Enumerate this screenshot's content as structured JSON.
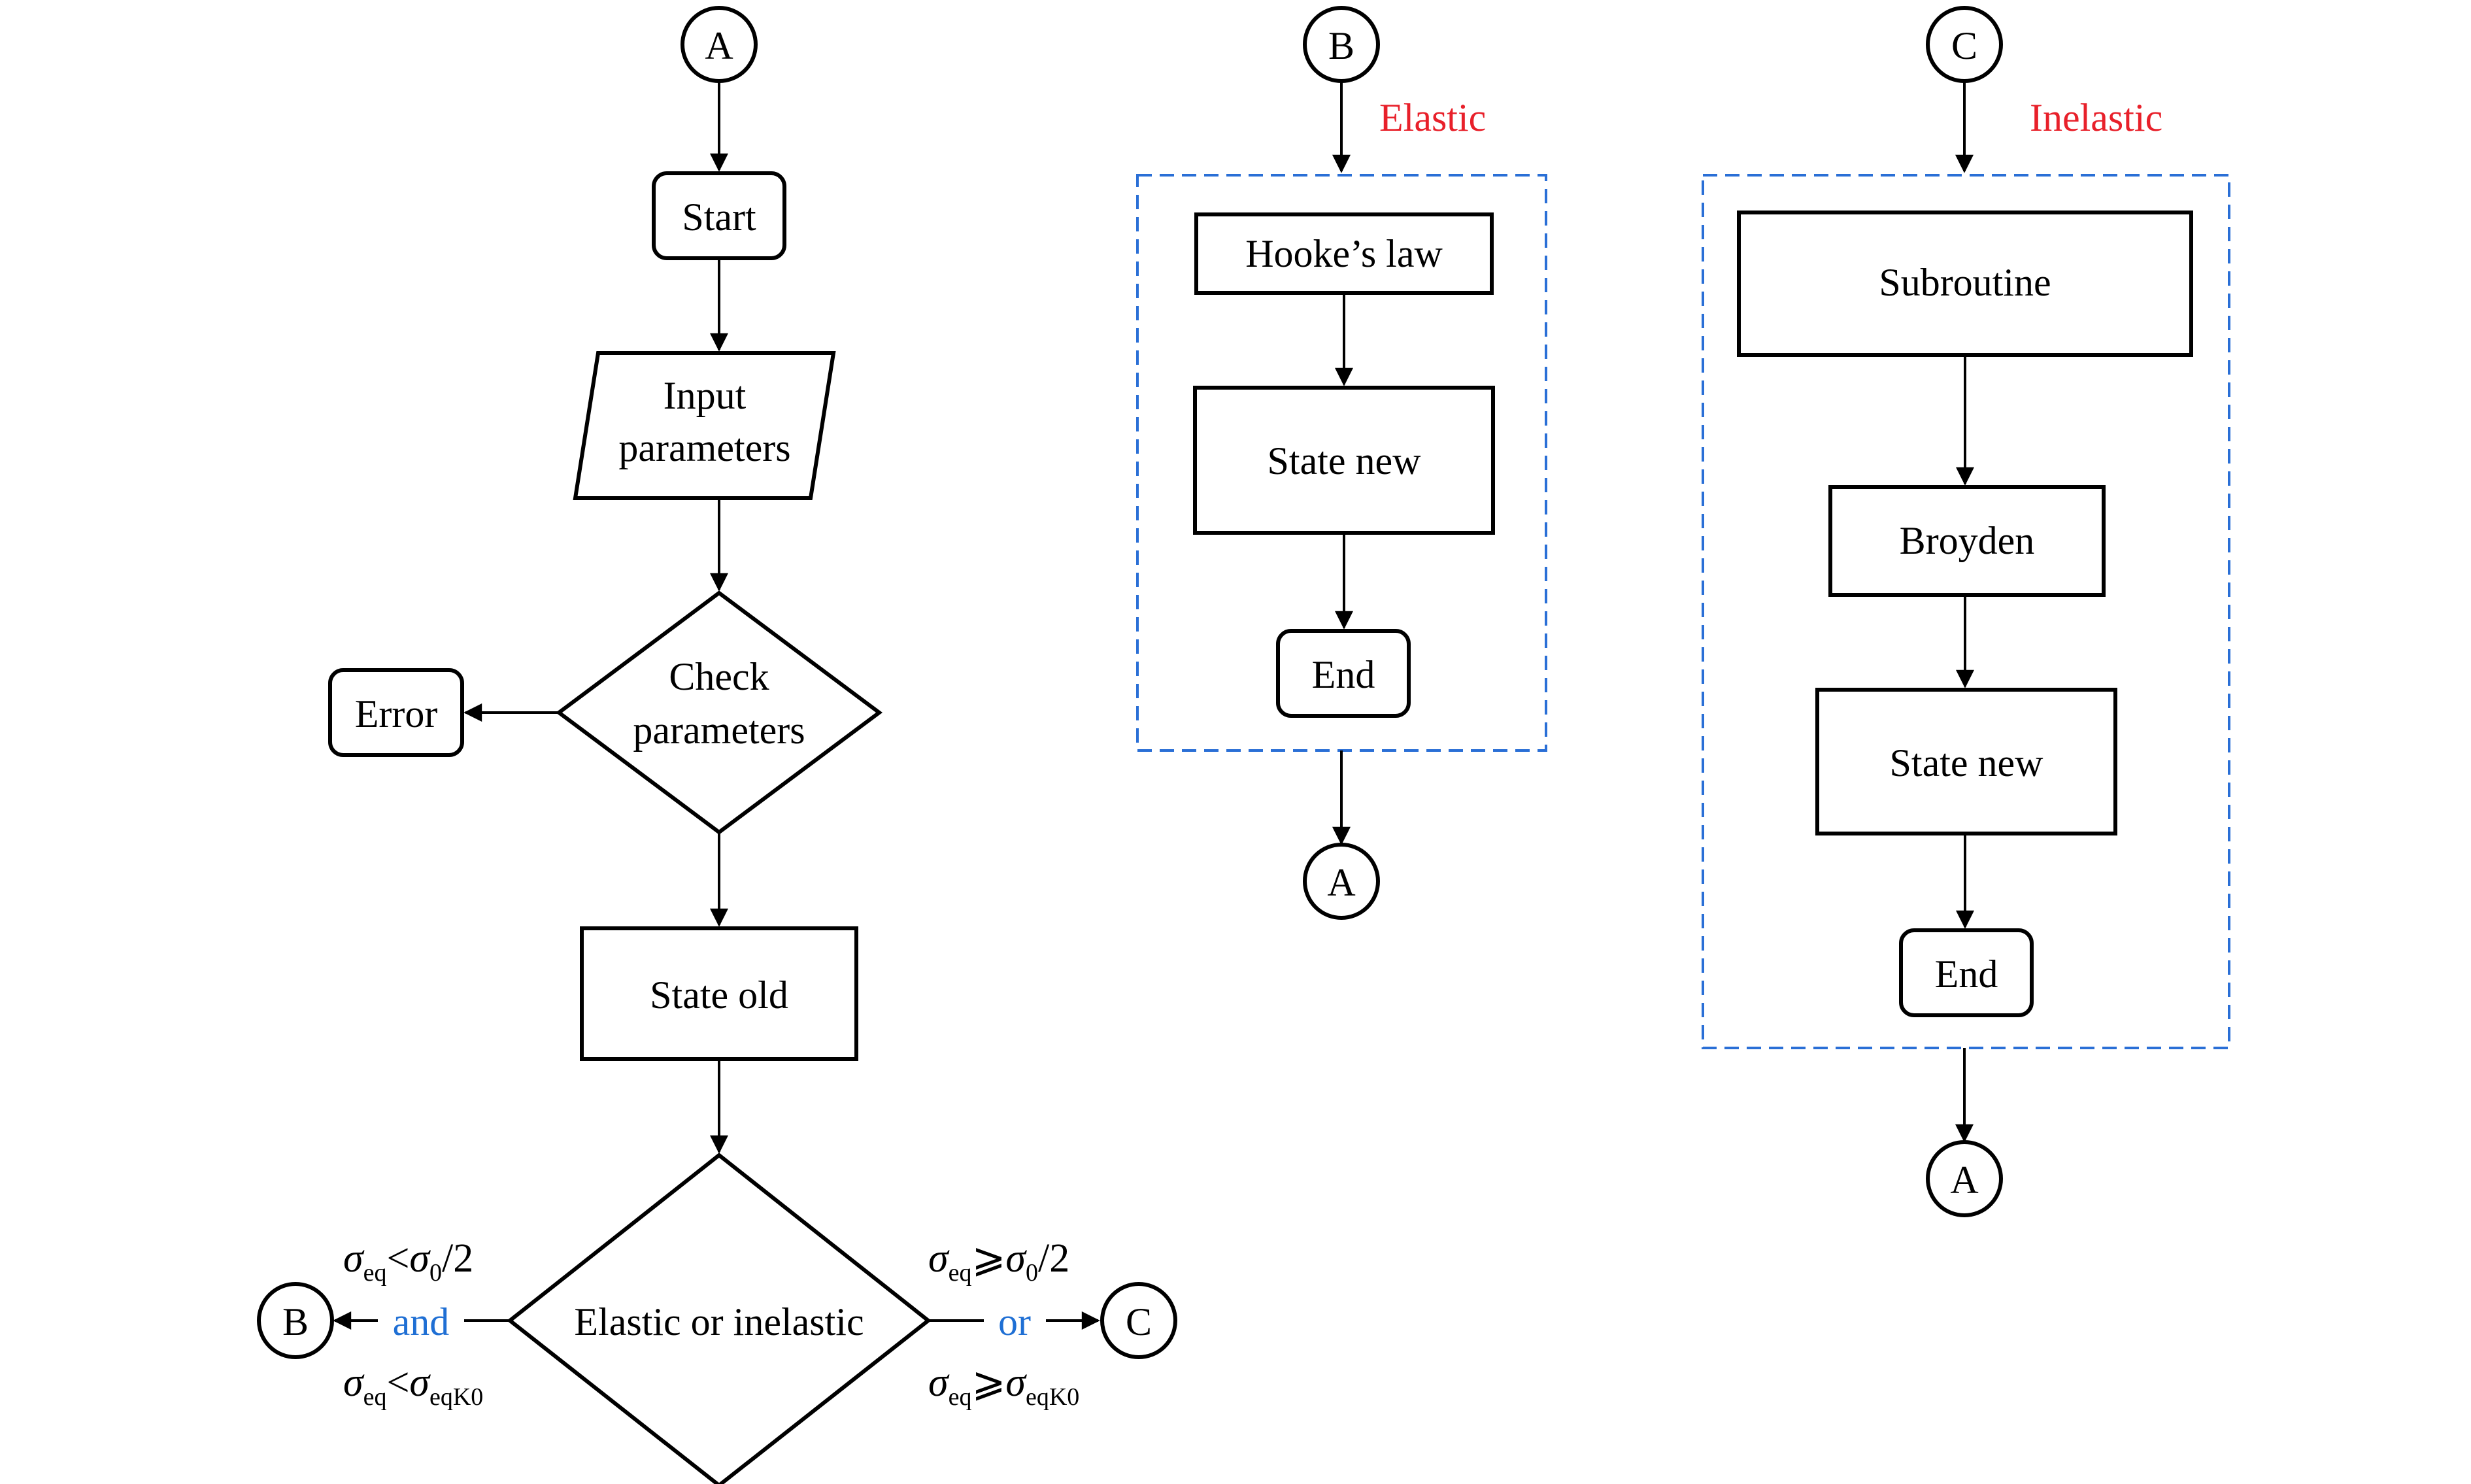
{
  "connectors": {
    "a_top": "A",
    "b_top": "B",
    "c_top": "C",
    "a_after_elastic": "A",
    "a_after_inelastic": "A",
    "b_left": "B",
    "c_right": "C"
  },
  "main_flow": {
    "start": "Start",
    "input_line1": "Input",
    "input_line2": "parameters",
    "check_line1": "Check",
    "check_line2": "parameters",
    "error": "Error",
    "state_old": "State old",
    "decision": "Elastic or inelastic"
  },
  "elastic": {
    "label": "Elastic",
    "hooke": "Hooke’s law",
    "state_new": "State new",
    "end": "End"
  },
  "inelastic": {
    "label": "Inelastic",
    "subroutine": "Subroutine",
    "broyden": "Broyden",
    "state_new": "State new",
    "end": "End"
  },
  "conditions": {
    "sigma": "σ",
    "sub_eq": "eq",
    "sub_0": "0",
    "sub_eqK0": "eqK0",
    "half": "/2",
    "lt": "<",
    "ge": "⩾",
    "and": "and",
    "or": "or"
  },
  "colors": {
    "label_red": "#e8202a",
    "logic_blue": "#1f6fd4",
    "dashed_box": "#2a6fd6"
  }
}
